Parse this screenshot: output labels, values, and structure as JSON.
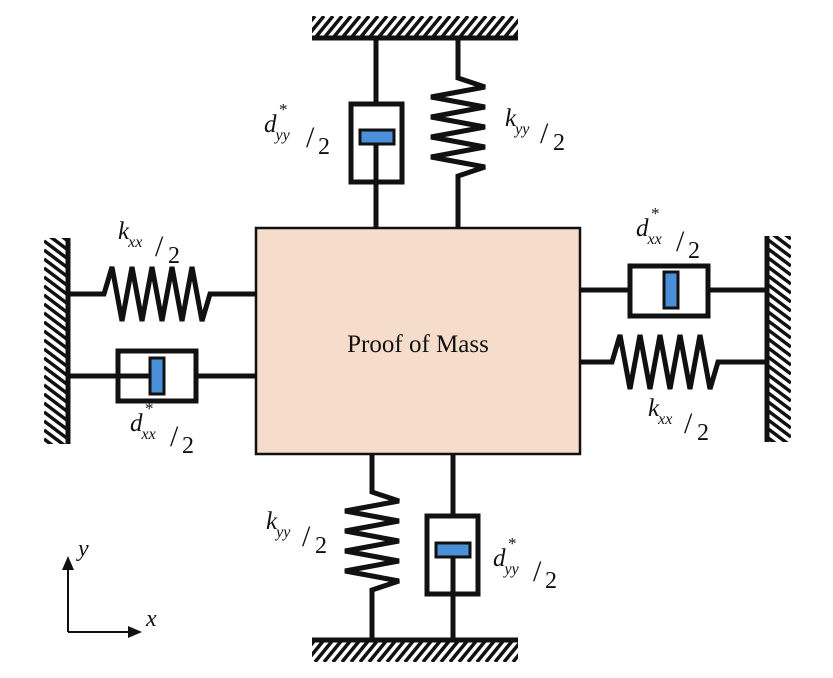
{
  "mass_label": "Proof of Mass",
  "colors": {
    "mass_fill": "#f6dccb",
    "piston_fill": "#4a90d8",
    "line": "#111111"
  },
  "labels": {
    "k_yy_top": {
      "sym": "k",
      "sub": "yy",
      "sup": "",
      "div": "/",
      "den": "2"
    },
    "d_yy_top": {
      "sym": "d",
      "sub": "yy",
      "sup": "*",
      "div": "/",
      "den": "2"
    },
    "k_xx_left": {
      "sym": "k",
      "sub": "xx",
      "sup": "",
      "div": "/",
      "den": "2"
    },
    "d_xx_left": {
      "sym": "d",
      "sub": "xx",
      "sup": "*",
      "div": "/",
      "den": "2"
    },
    "d_xx_right": {
      "sym": "d",
      "sub": "xx",
      "sup": "*",
      "div": "/",
      "den": "2"
    },
    "k_xx_right": {
      "sym": "k",
      "sub": "xx",
      "sup": "",
      "div": "/",
      "den": "2"
    },
    "k_yy_bottom": {
      "sym": "k",
      "sub": "yy",
      "sup": "",
      "div": "/",
      "den": "2"
    },
    "d_yy_bottom": {
      "sym": "d",
      "sub": "yy",
      "sup": "*",
      "div": "/",
      "den": "2"
    }
  },
  "axes": {
    "x_label": "x",
    "y_label": "y"
  },
  "icons": {
    "wall": "hatched-wall-icon",
    "spring": "spring-icon",
    "damper": "damper-icon",
    "axis": "axis-arrow-icon"
  }
}
